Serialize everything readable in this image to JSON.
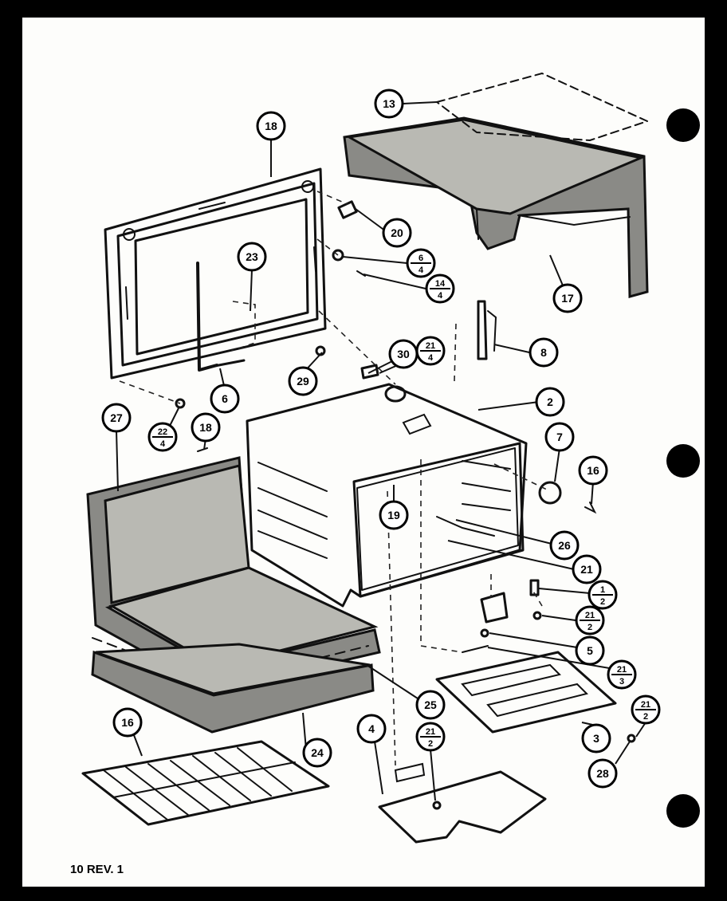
{
  "diagram": {
    "page_label": "10 REV. 1",
    "callouts": [
      {
        "id": "c13",
        "num": "13"
      },
      {
        "id": "c18",
        "num": "18"
      },
      {
        "id": "c20",
        "num": "20"
      },
      {
        "id": "c6-4",
        "num": "6",
        "den": "4"
      },
      {
        "id": "c14-4",
        "num": "14",
        "den": "4"
      },
      {
        "id": "c17",
        "num": "17"
      },
      {
        "id": "c23",
        "num": "23"
      },
      {
        "id": "c30",
        "num": "30"
      },
      {
        "id": "c21-4",
        "num": "21",
        "den": "4"
      },
      {
        "id": "c8",
        "num": "8"
      },
      {
        "id": "c29",
        "num": "29"
      },
      {
        "id": "c6",
        "num": "6"
      },
      {
        "id": "c2",
        "num": "2"
      },
      {
        "id": "c27",
        "num": "27"
      },
      {
        "id": "c22-4",
        "num": "22",
        "den": "4"
      },
      {
        "id": "c18b",
        "num": "18"
      },
      {
        "id": "c7",
        "num": "7"
      },
      {
        "id": "c16a",
        "num": "16"
      },
      {
        "id": "c19",
        "num": "19"
      },
      {
        "id": "c26",
        "num": "26"
      },
      {
        "id": "c21",
        "num": "21"
      },
      {
        "id": "c1-2",
        "num": "1",
        "den": "2"
      },
      {
        "id": "c21-2a",
        "num": "21",
        "den": "2"
      },
      {
        "id": "c5",
        "num": "5"
      },
      {
        "id": "c21-3",
        "num": "21",
        "den": "3"
      },
      {
        "id": "c25",
        "num": "25"
      },
      {
        "id": "c16b",
        "num": "16"
      },
      {
        "id": "c24",
        "num": "24"
      },
      {
        "id": "c4",
        "num": "4"
      },
      {
        "id": "c21-2b",
        "num": "21",
        "den": "2"
      },
      {
        "id": "c3",
        "num": "3"
      },
      {
        "id": "c21-2c",
        "num": "21",
        "den": "2"
      },
      {
        "id": "c28",
        "num": "28"
      }
    ]
  }
}
